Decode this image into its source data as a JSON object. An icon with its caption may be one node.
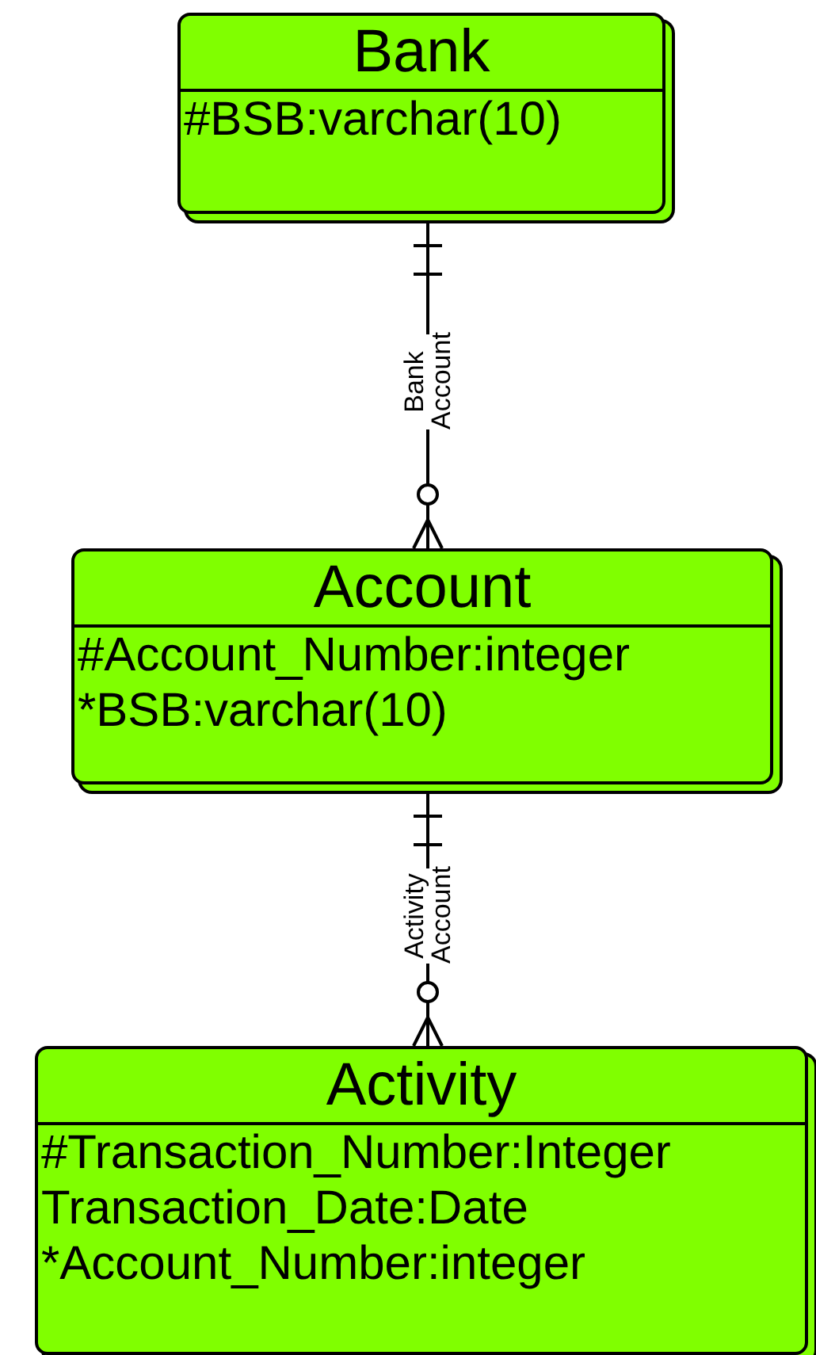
{
  "diagram": {
    "nodes": [
      {
        "text": [
          "Bank",
          "#BSB:varchar(10)"
        ]
      },
      {
        "text": [
          "Account",
          "#Account_Number:integer",
          "*BSB:varchar(10)"
        ]
      },
      {
        "text": [
          "Activity",
          "#Transaction_Number:Integer",
          "Transaction_Date:Date",
          "*Account_Number:integer"
        ]
      }
    ],
    "edges": [
      {
        "from": 0,
        "to": 1,
        "arrow": "other",
        "label": "Bank Account"
      },
      {
        "from": 1,
        "to": 2,
        "arrow": "other",
        "label": "Activity Account"
      }
    ]
  }
}
